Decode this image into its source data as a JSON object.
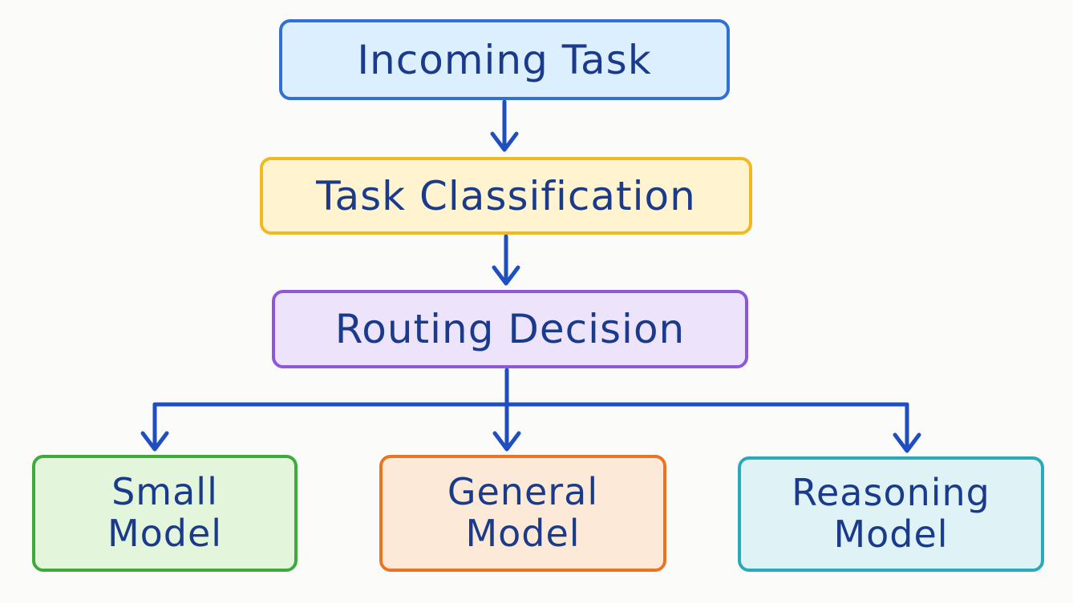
{
  "diagram": {
    "nodes": {
      "incoming": {
        "label": "Incoming Task"
      },
      "classification": {
        "label": "Task Classification"
      },
      "routing": {
        "label": "Routing Decision"
      },
      "small": {
        "line1": "Small",
        "line2": "Model"
      },
      "general": {
        "line1": "General",
        "line2": "Model"
      },
      "reasoning": {
        "line1": "Reasoning",
        "line2": "Model"
      }
    },
    "edges": [
      {
        "from": "incoming",
        "to": "classification"
      },
      {
        "from": "classification",
        "to": "routing"
      },
      {
        "from": "routing",
        "to": "small"
      },
      {
        "from": "routing",
        "to": "general"
      },
      {
        "from": "routing",
        "to": "reasoning"
      }
    ],
    "colors": {
      "text": "#1a3a8c",
      "connector": "#1f4fbf",
      "incoming_border": "#2f6fd6",
      "incoming_fill": "#dcefff",
      "classification_border": "#f2b91e",
      "classification_fill": "#fff4cf",
      "routing_border": "#8f56d9",
      "routing_fill": "#ede4fb",
      "small_border": "#3faa3c",
      "small_fill": "#e3f6dc",
      "general_border": "#ea7424",
      "general_fill": "#fde9d8",
      "reasoning_border": "#2aa9b6",
      "reasoning_fill": "#dff3f6"
    }
  }
}
